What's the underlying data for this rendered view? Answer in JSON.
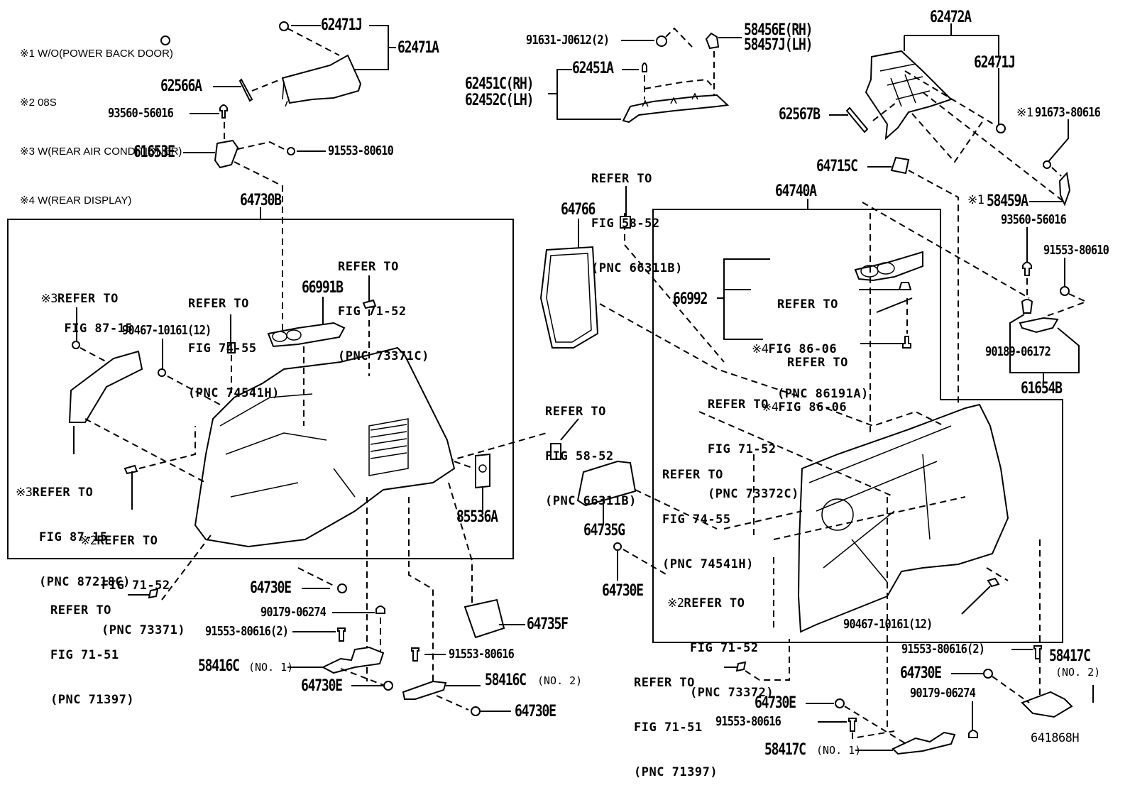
{
  "notes": [
    "※1 W/O(POWER BACK DOOR)",
    "※2 08S",
    "※3 W(REAR AIR CONDITIONER)",
    "※4 W(REAR DISPLAY)"
  ],
  "figure_code": "641868H",
  "parts": {
    "p62471J_left": "62471J",
    "p62471A": "62471A",
    "p62566A": "62566A",
    "p93560_left": "93560-56016",
    "p61653E": "61653E",
    "p91553_80610_left": "91553-80610",
    "p64730B": "64730B",
    "p91631": "91631-J0612(2)",
    "p58456E": "58456E(RH)",
    "p58457J": "58457J(LH)",
    "p62451A": "62451A",
    "p62451C": "62451C(RH)",
    "p62452C": "62452C(LH)",
    "p62472A": "62472A",
    "p62471J_right": "62471J",
    "p62567B": "62567B",
    "p91673_mark": "※1",
    "p91673": "91673-80616",
    "p64715C": "64715C",
    "p58459A_mark": "※1",
    "p58459A": "58459A",
    "p93560_right": "93560-56016",
    "p91553_80610_right": "91553-80610",
    "p90189": "90189-06172",
    "p61654B": "61654B",
    "p64740A": "64740A",
    "p64766": "64766",
    "p66992": "66992",
    "p66991B": "66991B",
    "p90467_left": "90467-10161(12)",
    "p85536A": "85536A",
    "p64735G": "64735G",
    "p64730E_mid": "64730E",
    "p64730E_a": "64730E",
    "p90179_left": "90179-06274",
    "p91553_80616_2_left": "91553-80616(2)",
    "p58416C_1": "58416C",
    "p58416C_1_sub": "(NO. 1)",
    "p64730E_b": "64730E",
    "p91553_80616_left": "91553-80616",
    "p58416C_2": "58416C",
    "p58416C_2_sub": "(NO. 2)",
    "p64730E_c": "64730E",
    "p64735F": "64735F",
    "p90467_right": "90467-10161(12)",
    "p91553_80616_2_right": "91553-80616(2)",
    "p58417C_2": "58417C",
    "p58417C_2_sub": "(NO. 2)",
    "p64730E_d": "64730E",
    "p90179_right": "90179-06274",
    "p64730E_e": "64730E",
    "p91553_80616_right": "91553-80616",
    "p58417C_1": "58417C",
    "p58417C_1_sub": "(NO. 1)"
  },
  "references": {
    "r_fig8715_a": {
      "mark": "※3",
      "lines": [
        "REFER TO",
        "FIG 87-15"
      ]
    },
    "r_fig7455_left": {
      "lines": [
        "REFER TO",
        "FIG 74-55",
        "(PNC 74541H)"
      ]
    },
    "r_fig7152_73371C": {
      "lines": [
        "REFER TO",
        "FIG 71-52",
        "(PNC 73371C)"
      ]
    },
    "r_fig8715_b": {
      "mark": "※3",
      "lines": [
        "REFER TO",
        "FIG 87-15",
        "(PNC 87218C)"
      ]
    },
    "r_fig7152_73371": {
      "mark": "※2",
      "lines": [
        "REFER TO",
        "FIG 71-52",
        "(PNC 73371)"
      ]
    },
    "r_fig7151_left": {
      "lines": [
        "REFER TO",
        "FIG 71-51",
        "(PNC 71397)"
      ]
    },
    "r_fig5852_top": {
      "lines": [
        "REFER TO",
        "FIG 58-52",
        "(PNC 66311B)"
      ]
    },
    "r_fig5852_mid": {
      "lines": [
        "REFER TO",
        "FIG 58-52",
        "(PNC 66311B)"
      ]
    },
    "r_fig8606_a": {
      "mark": "※4",
      "lines": [
        "REFER TO",
        "FIG 86-06",
        "(PNC 86191A)"
      ]
    },
    "r_fig8606_b": {
      "mark": "※4",
      "lines": [
        "REFER TO",
        "FIG 86-06"
      ]
    },
    "r_fig7152_73372C": {
      "lines": [
        "REFER TO",
        "FIG 71-52",
        "(PNC 73372C)"
      ]
    },
    "r_fig7455_right": {
      "lines": [
        "REFER TO",
        "FIG 74-55",
        "(PNC 74541H)"
      ]
    },
    "r_fig7152_73372": {
      "mark": "※2",
      "lines": [
        "REFER TO",
        "FIG 71-52",
        "(PNC 73372)"
      ]
    },
    "r_fig7151_right": {
      "lines": [
        "REFER TO",
        "FIG 71-51",
        "(PNC 71397)"
      ]
    }
  }
}
